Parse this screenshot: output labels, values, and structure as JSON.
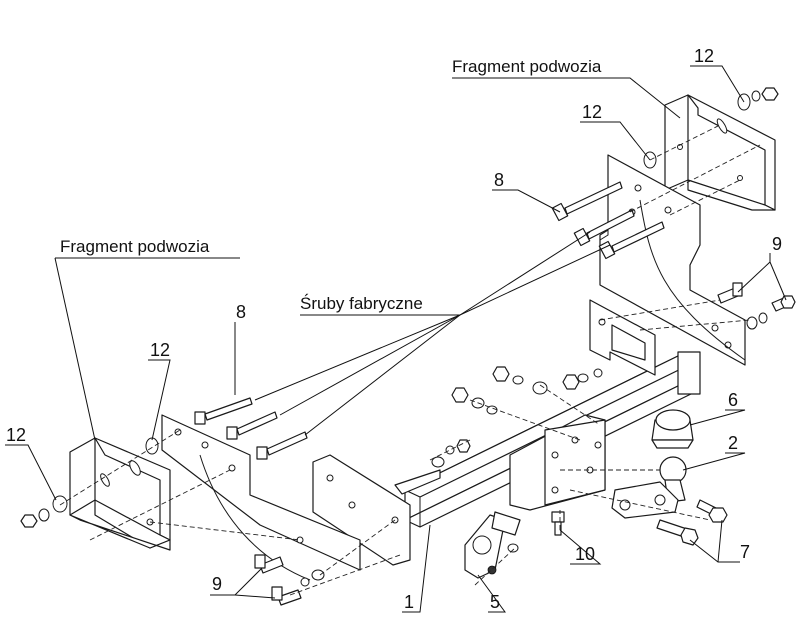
{
  "labels": {
    "chassis_fragment_top": "Fragment podwozia",
    "chassis_fragment_left": "Fragment podwozia",
    "factory_bolts": "Śruby fabryczne"
  },
  "part_numbers": {
    "n12_top": "12",
    "n12_mid_right": "12",
    "n8_right": "8",
    "n9_right": "9",
    "n8_left": "8",
    "n12_left_inner": "12",
    "n12_left_outer": "12",
    "n6": "6",
    "n2": "2",
    "n7": "7",
    "n10": "10",
    "n9_left": "9",
    "n1": "1",
    "n5": "5"
  }
}
